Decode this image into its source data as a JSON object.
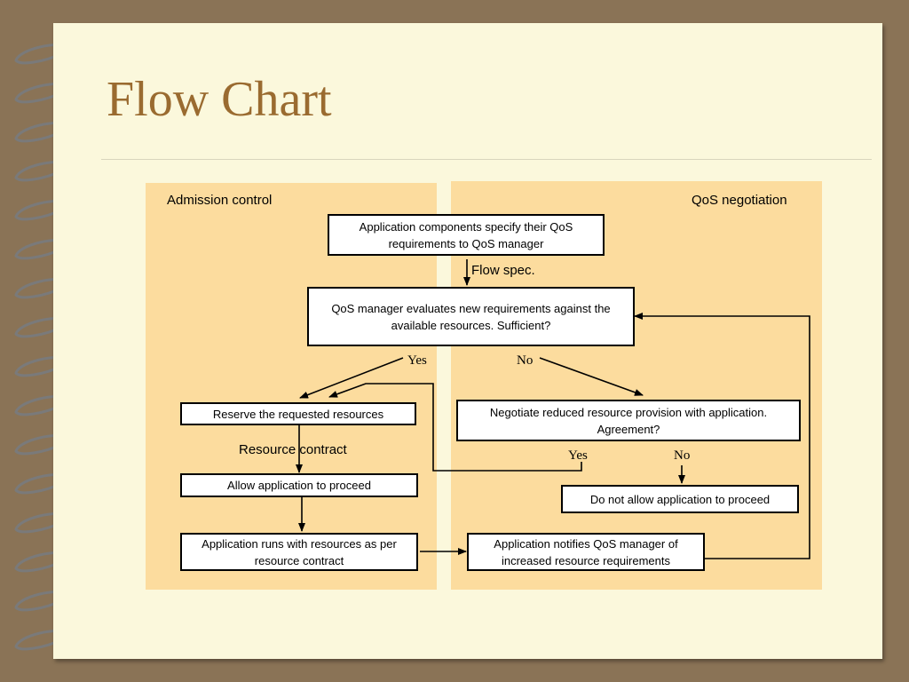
{
  "slide": {
    "title": "Flow Chart"
  },
  "panels": {
    "left_label": "Admission control",
    "right_label": "QoS negotiation"
  },
  "nodes": {
    "specify": "Application components specify their QoS requirements to QoS manager",
    "evaluate": "QoS manager evaluates new requirements against the available resources. Sufficient?",
    "reserve": "Reserve the requested resources",
    "negotiate": "Negotiate reduced resource provision with application. Agreement?",
    "allow": "Allow application to proceed",
    "deny": "Do not allow application to proceed",
    "runs": "Application runs with resources as per resource contract",
    "notifies": "Application notifies QoS manager of increased resource requirements"
  },
  "edge_labels": {
    "flow_spec": "Flow spec.",
    "yes_1": "Yes",
    "no_1": "No",
    "resource_contract": "Resource contract",
    "yes_2": "Yes",
    "no_2": "No"
  },
  "colors": {
    "background": "#8a7356",
    "page": "#fbf8dc",
    "panel": "#fcdc9e",
    "title": "#9a6b30"
  }
}
